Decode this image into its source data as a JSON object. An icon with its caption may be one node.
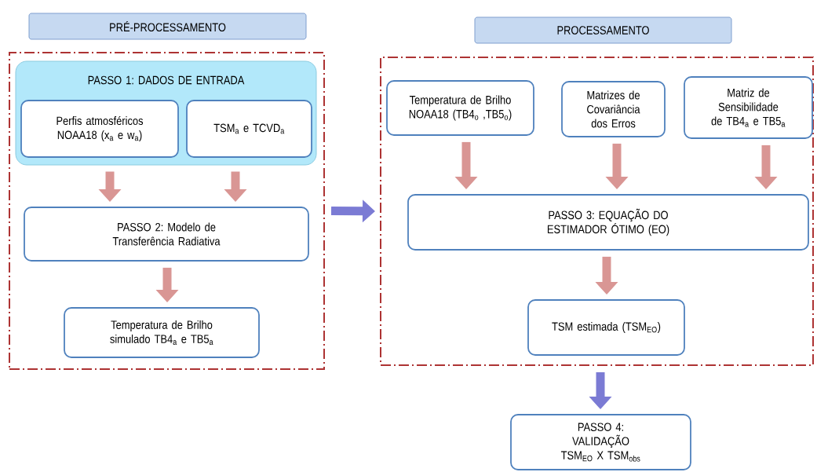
{
  "diagram": {
    "nodes": [
      {
        "text": [
          "PRÉ-PROCESSAMENTO"
        ]
      },
      {
        "text": [
          "PASSO 1: DADOS DE ENTRADA"
        ],
        "in": 0
      },
      {
        "text": [
          "Perfis atmosféricos NOAA18 (x$_{a}$ e w$_{a}$)"
        ],
        "in": 1
      },
      {
        "text": [
          "TSM$_{a}$ e TCVD$_{a}$"
        ],
        "in": 1
      },
      {
        "text": [
          "PASSO 2: Modelo de Transferência Radiativa"
        ],
        "in": 0
      },
      {
        "text": [
          "Temperatura de Brilho simulado TB4$_{a}$ e TB5$_{a}$"
        ],
        "in": 0
      },
      {
        "text": [
          "PROCESSAMENTO"
        ]
      },
      {
        "text": [
          "Temperatura de Brilho NOAA18 (TB4$_{o}$ ,TB5$_{o}$)"
        ],
        "in": 6
      },
      {
        "text": [
          "Matrizes de Covariância dos Erros"
        ],
        "in": 6
      },
      {
        "text": [
          "Matriz de Sensibilidade de TB4$_{a}$ e TB5$_{a}$"
        ],
        "in": 6
      },
      {
        "text": [
          "PASSO 3: EQUAÇÃO DO ESTIMADOR ÓTIMO (EO)"
        ],
        "in": 6
      },
      {
        "text": [
          "TSM estimada (TSM$_{EO}$)"
        ],
        "in": 6
      },
      {
        "text": [
          "PASSO 4: VALIDAÇÃO TSM$_{EO}$ X TSM$_{obs}$"
        ]
      }
    ],
    "edges": [
      {
        "from": 1,
        "to": 4,
        "arrow": "to"
      },
      {
        "from": 1,
        "to": 4,
        "arrow": "to"
      },
      {
        "from": 4,
        "to": 5,
        "arrow": "to"
      },
      {
        "from": 0,
        "to": 6,
        "arrow": "to",
        "color": "#7b7bd4"
      },
      {
        "from": 7,
        "to": 10,
        "arrow": "to"
      },
      {
        "from": 8,
        "to": 10,
        "arrow": "to"
      },
      {
        "from": 9,
        "to": 10,
        "arrow": "to"
      },
      {
        "from": 10,
        "to": 11,
        "arrow": "to"
      },
      {
        "from": 6,
        "to": 12,
        "arrow": "to",
        "color": "#7b7bd4"
      }
    ]
  }
}
